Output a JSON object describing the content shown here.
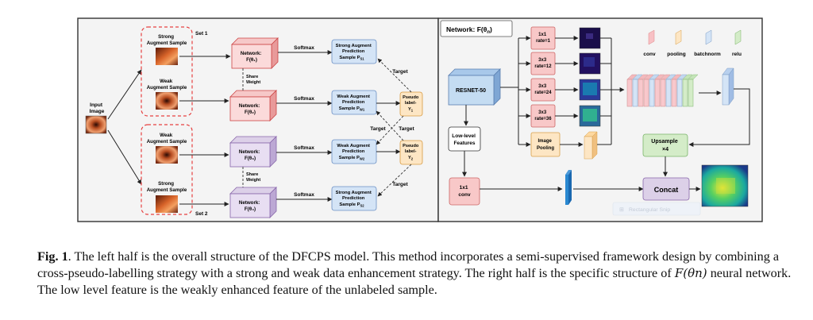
{
  "left_panel": {
    "input_label": [
      "Input",
      "Image"
    ],
    "set1_label": "Set 1",
    "set2_label": "Set 2",
    "samples": [
      {
        "label": [
          "Strong",
          "Augment Sample"
        ]
      },
      {
        "label": [
          "Weak",
          "Augment Sample"
        ]
      },
      {
        "label": [
          "Weak",
          "Augment Sample"
        ]
      },
      {
        "label": [
          "Strong",
          "Augment Sample"
        ]
      }
    ],
    "networks": [
      {
        "label": [
          "Network:",
          "F(θ₁)"
        ]
      },
      {
        "label": [
          "Network:",
          "F(θ₂)"
        ]
      },
      {
        "label": [
          "Network:",
          "F(θ₃)"
        ]
      },
      {
        "label": [
          "Network:",
          "F(θ₄)"
        ]
      }
    ],
    "share_weight": [
      "Share",
      "Weight"
    ],
    "softmax": "Softmax",
    "predictions": [
      {
        "label": [
          "Strong Augment",
          "Prediction",
          "Sample P",
          "S1"
        ]
      },
      {
        "label": [
          "Weak Augment",
          "Prediction",
          "Sample P",
          "W1"
        ]
      },
      {
        "label": [
          "Weak Augment",
          "Prediction",
          "Sample P",
          "W2"
        ]
      },
      {
        "label": [
          "Strong Augment",
          "Prediction",
          "Sample P",
          "S2"
        ]
      }
    ],
    "pseudo_labels": [
      {
        "label": [
          "Pseudo",
          "label-",
          "Y",
          "1"
        ]
      },
      {
        "label": [
          "Pseudo",
          "label-",
          "Y",
          "2"
        ]
      }
    ],
    "target": "Target"
  },
  "right_panel": {
    "title": "Network: F(θ",
    "title_sub": "n",
    "title_end": ")",
    "legend": [
      "conv",
      "pooling",
      "batchnorm",
      "relu"
    ],
    "backbone": "RESNET-50",
    "aspp": [
      {
        "label": [
          "1x1",
          "rate=1"
        ]
      },
      {
        "label": [
          "3x3",
          "rate=12"
        ]
      },
      {
        "label": [
          "3x3",
          "rate=24"
        ]
      },
      {
        "label": [
          "3x3",
          "rate=36"
        ]
      }
    ],
    "image_pooling": [
      "Image",
      "Pooling"
    ],
    "low_level": [
      "Low-level",
      "Features"
    ],
    "conv_1x1": [
      "1x1",
      "conv"
    ],
    "upsample": [
      "Upsample",
      "×4"
    ],
    "concat": "Concat",
    "ghost_tooltip": "Rectangular Snip"
  },
  "caption": {
    "label": "Fig. 1",
    "part1": ". The left half is the overall structure of the DFCPS model. This method incorporates a semi-supervised framework design by combining a cross-pseudo-labelling strategy with a strong and weak data enhancement strategy. The right half is the specific structure of ",
    "math": "F(θn)",
    "part2": " neural network. The low level feature is the weakly enhanced feature of the unlabeled sample."
  }
}
